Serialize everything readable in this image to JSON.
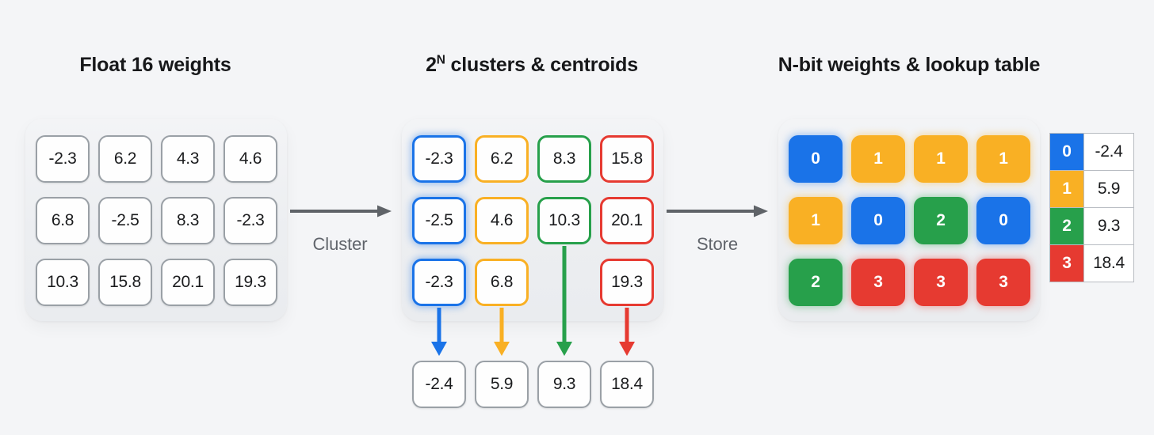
{
  "background_color": "#f4f5f7",
  "palette": {
    "blue": "#1a73e8",
    "yellow": "#f9b024",
    "green": "#27a04b",
    "red": "#e63a31",
    "grey_stroke": "#9aa0a6",
    "text": "#1b1c1e",
    "label_grey": "#60646b"
  },
  "titles": {
    "left": "Float 16 weights",
    "middle_base": "2",
    "middle_sup": "N",
    "middle_rest": " clusters & centroids",
    "right": "N-bit weights & lookup table"
  },
  "flow": {
    "arrow_1_label": "Cluster",
    "arrow_2_label": "Store",
    "arrow_icon": "right-arrow-icon"
  },
  "float_weights": {
    "rows": [
      [
        "-2.3",
        "6.2",
        "4.3",
        "4.6"
      ],
      [
        "6.8",
        "-2.5",
        "8.3",
        "-2.3"
      ],
      [
        "10.3",
        "15.8",
        "20.1",
        "19.3"
      ]
    ]
  },
  "clusters": {
    "columns": [
      {
        "color_name": "blue",
        "color": "#1a73e8",
        "values": [
          "-2.3",
          "-2.5",
          "-2.3"
        ]
      },
      {
        "color_name": "yellow",
        "color": "#f9b024",
        "values": [
          "6.2",
          "4.6",
          "6.8"
        ]
      },
      {
        "color_name": "green",
        "color": "#27a04b",
        "values": [
          "8.3",
          "10.3",
          ""
        ]
      },
      {
        "color_name": "red",
        "color": "#e63a31",
        "values": [
          "15.8",
          "20.1",
          "19.3"
        ]
      }
    ],
    "rows": [
      [
        "-2.3",
        "6.2",
        "8.3",
        "15.8"
      ],
      [
        "-2.5",
        "4.6",
        "10.3",
        "20.1"
      ],
      [
        "-2.3",
        "6.8",
        "",
        "19.3"
      ]
    ]
  },
  "centroids": {
    "values": [
      "-2.4",
      "5.9",
      "9.3",
      "18.4"
    ],
    "colors": [
      "blue",
      "yellow",
      "green",
      "red"
    ]
  },
  "nbit_weights": {
    "rows": [
      [
        {
          "index": "0",
          "color_name": "blue"
        },
        {
          "index": "1",
          "color_name": "yellow"
        },
        {
          "index": "1",
          "color_name": "yellow"
        },
        {
          "index": "1",
          "color_name": "yellow"
        }
      ],
      [
        {
          "index": "1",
          "color_name": "yellow"
        },
        {
          "index": "0",
          "color_name": "blue"
        },
        {
          "index": "2",
          "color_name": "green"
        },
        {
          "index": "0",
          "color_name": "blue"
        }
      ],
      [
        {
          "index": "2",
          "color_name": "green"
        },
        {
          "index": "3",
          "color_name": "red"
        },
        {
          "index": "3",
          "color_name": "red"
        },
        {
          "index": "3",
          "color_name": "red"
        }
      ]
    ]
  },
  "lookup_table": {
    "rows": [
      {
        "index": "0",
        "value": "-2.4",
        "color_name": "blue"
      },
      {
        "index": "1",
        "value": "5.9",
        "color_name": "yellow"
      },
      {
        "index": "2",
        "value": "9.3",
        "color_name": "green"
      },
      {
        "index": "3",
        "value": "18.4",
        "color_name": "red"
      }
    ]
  }
}
